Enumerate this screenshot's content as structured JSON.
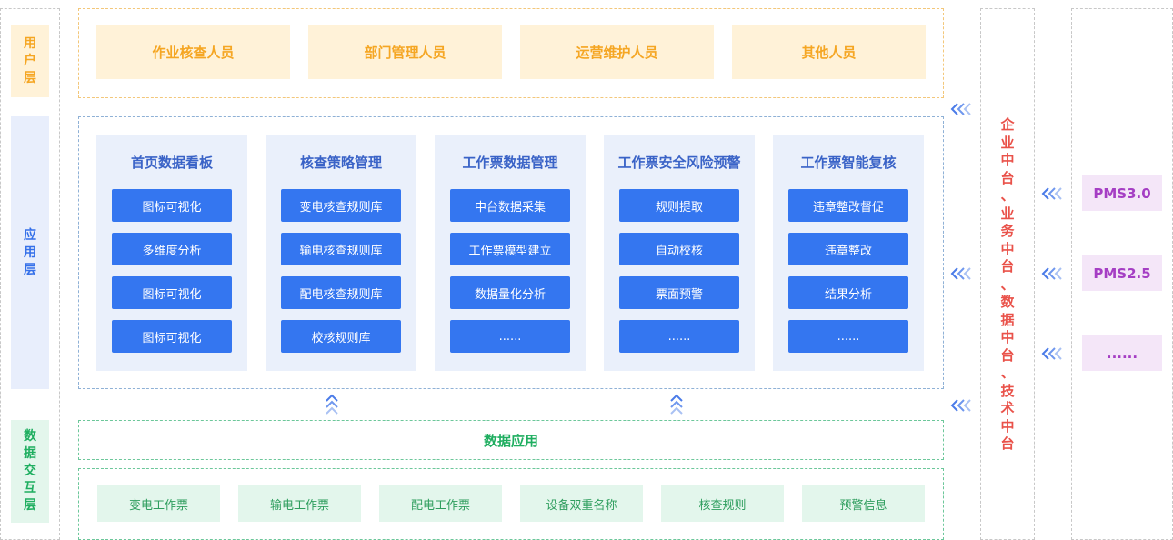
{
  "layers": {
    "user": "用户层",
    "app": "应用层",
    "data": "数据交互层"
  },
  "user_roles": [
    "作业核查人员",
    "部门管理人员",
    "运营维护人员",
    "其他人员"
  ],
  "app_modules": [
    {
      "title": "首页数据看板",
      "items": [
        "图标可视化",
        "多维度分析",
        "图标可视化",
        "图标可视化"
      ]
    },
    {
      "title": "核查策略管理",
      "items": [
        "变电核查规则库",
        "输电核查规则库",
        "配电核查规则库",
        "校核规则库"
      ]
    },
    {
      "title": "工作票数据管理",
      "items": [
        "中台数据采集",
        "工作票模型建立",
        "数据量化分析",
        "......"
      ]
    },
    {
      "title": "工作票安全风险预警",
      "items": [
        "规则提取",
        "自动校核",
        "票面预警",
        "......"
      ]
    },
    {
      "title": "工作票智能复核",
      "items": [
        "违章整改督促",
        "违章整改",
        "结果分析",
        "......"
      ]
    }
  ],
  "data_application": "数据应用",
  "data_sources": [
    "变电工作票",
    "输电工作票",
    "配电工作票",
    "设备双重名称",
    "核查规则",
    "预警信息"
  ],
  "middle_platform": "企业中台、业务中台、数据中台、技术中台",
  "pms_items": [
    "PMS3.0",
    "PMS2.5",
    "......"
  ],
  "colors": {
    "user": "#f5a623",
    "app": "#3476f0",
    "data": "#1fae60",
    "platform": "#e9524a",
    "pms": "#a53ec4",
    "arrow": "#4a7be8"
  }
}
